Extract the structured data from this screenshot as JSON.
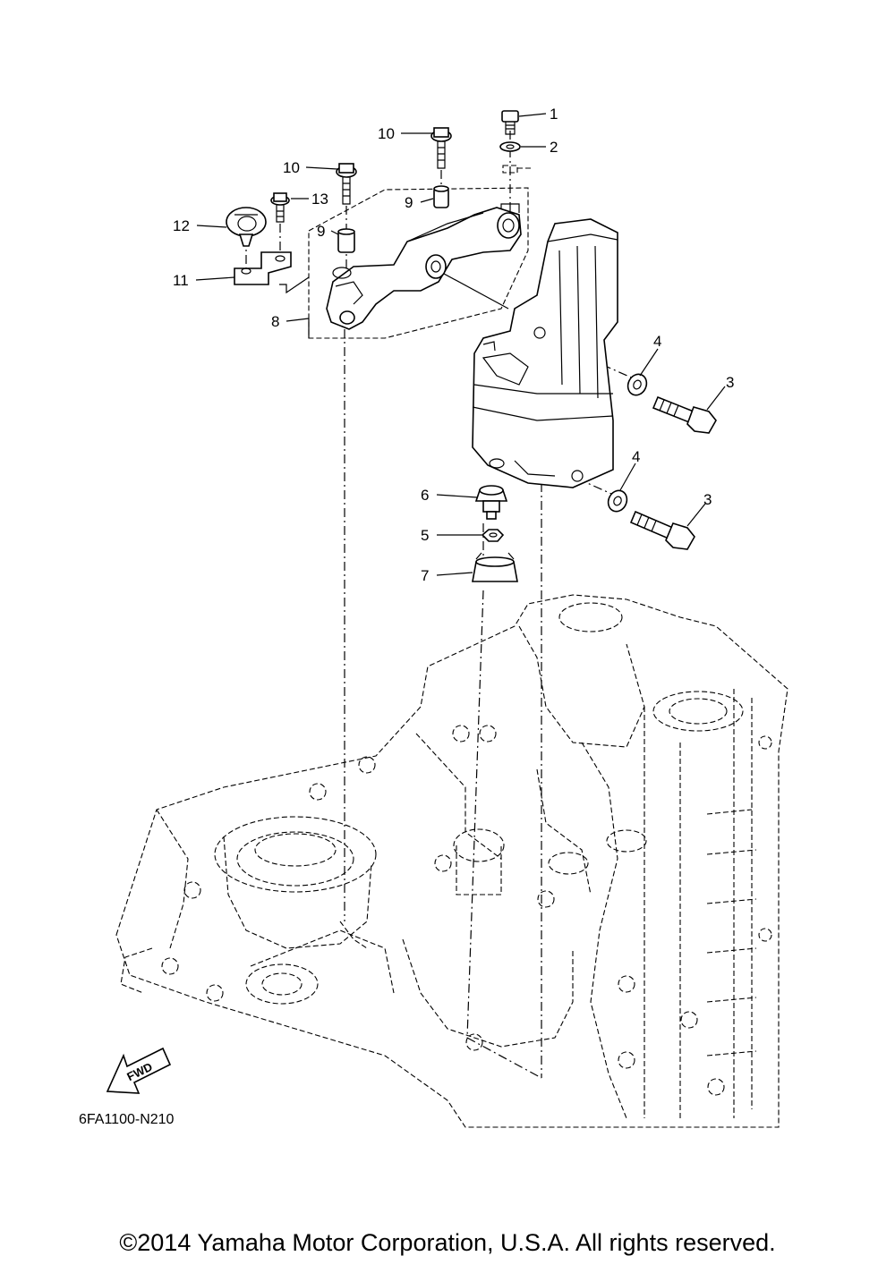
{
  "callouts": {
    "c1": "1",
    "c2": "2",
    "c3a": "3",
    "c3b": "3",
    "c4a": "4",
    "c4b": "4",
    "c5": "5",
    "c6": "6",
    "c7": "7",
    "c8": "8",
    "c9a": "9",
    "c9b": "9",
    "c10a": "10",
    "c10b": "10",
    "c11": "11",
    "c12": "12",
    "c13": "13"
  },
  "fwd_label": "FWD",
  "diagram_code": "6FA1100-N210",
  "copyright": "©2014 Yamaha Motor Corporation, U.S.A. All rights reserved."
}
